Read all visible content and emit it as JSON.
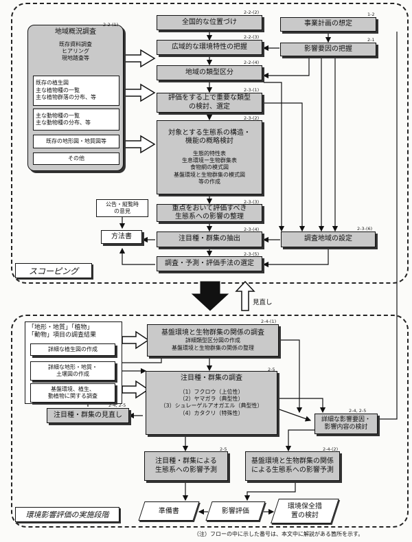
{
  "scoping": {
    "label": "スコーピング",
    "survey_group": {
      "title": "地域概況調査",
      "methods": [
        "既存資料調査",
        "ヒアリング",
        "現地踏査等"
      ],
      "item1": [
        "既存の植生図",
        "主な植物種の一覧",
        "主な植物群落の分布、等"
      ],
      "item2": [
        "主な動物種の一覧",
        "主な動物種の分布、等"
      ],
      "item3": "既存の地形図・地質図等",
      "item4": "その他",
      "ref": "2-2-(1)"
    },
    "b1": {
      "text": "全国的な位置づけ",
      "ref": "2-2-(2)"
    },
    "b2": {
      "text": "広域的な環境特性の把握",
      "ref": "2-2-(3)"
    },
    "b3": {
      "text": "地域の類型区分",
      "ref": "2-2-(4)"
    },
    "b4": {
      "lines": [
        "評価をする上で重要な類型",
        "の検討、選定"
      ],
      "ref": "2-3-(1)"
    },
    "b5": {
      "lines": [
        "対象とする生態系の構造・",
        "機能の概略検討"
      ],
      "details": [
        "生態的特性表",
        "生息環境ー生物群集表",
        "食物網の模式図",
        "基盤環境と生物群集の模式図",
        "等の作成"
      ],
      "ref": "2-3-(2)"
    },
    "b6": {
      "lines": [
        "重点をおいて評価すべき",
        "生態系への影響の整理"
      ],
      "ref": "2-3-(3)"
    },
    "b7": {
      "text": "注目種・群集の抽出",
      "ref": "2-3-(4)"
    },
    "b8": {
      "text": "調査・予測・評価手法の選定",
      "ref": "2-3-(5)"
    },
    "plan": {
      "text": "事業計画の想定",
      "ref": "1-2"
    },
    "factor": {
      "text": "影響要因の把握",
      "ref": "2-1"
    },
    "area": {
      "text": "調査地域の設定",
      "ref": "2-3-(6)"
    },
    "opinion": {
      "lines": [
        "公告・縦覧時",
        "の意見"
      ]
    },
    "method_doc": {
      "text": "方法書"
    }
  },
  "review_label": "見直し",
  "implementation": {
    "label": "環境影響評価の実施段階",
    "group": {
      "title_lines": [
        "「地形・地質」「植物」",
        "「動物」項目の調査結果"
      ],
      "item1": "詳細な植生図の作成",
      "item2": [
        "詳細な地形・地質・",
        "土壌図の作成"
      ],
      "item3": [
        "基盤環境、植生、",
        "動植物に関する調査"
      ]
    },
    "c1": {
      "title": "基盤環境と生物群集の関係の調査",
      "details": [
        "詳細類型区分図の作成",
        "基盤環境と生物群集の関係の整理"
      ],
      "ref": "2-4-(1)"
    },
    "c2": {
      "title": "注目種・群集の調査",
      "items": [
        "（1）フクロウ（上位性）",
        "（2）ヤマガラ（典型性）",
        "（3）シュレーゲルアオガエル（典型性）",
        "（4）カタクリ（特殊性）"
      ],
      "ref": "2-5"
    },
    "c3": {
      "text": "注目種・群集の見直し",
      "ref": "2-4, 2-5"
    },
    "c4": {
      "lines": [
        "詳細な影響要因・",
        "影響内容の検討"
      ],
      "ref": "2-4, 2-5"
    },
    "c5": {
      "lines": [
        "注目種・群集による",
        "生態系への影響予測"
      ],
      "ref": "2-5"
    },
    "c6": {
      "lines": [
        "基盤環境と生物群集の関係",
        "による生態系への影響予測"
      ],
      "ref": "2-4-(2)"
    },
    "d1": "準備書",
    "d2": "影響評価",
    "d3": [
      "環境保全措",
      "置の検討"
    ]
  },
  "note": "（注）フローの中に示した番号は、本文中に解説がある箇所を示す。"
}
